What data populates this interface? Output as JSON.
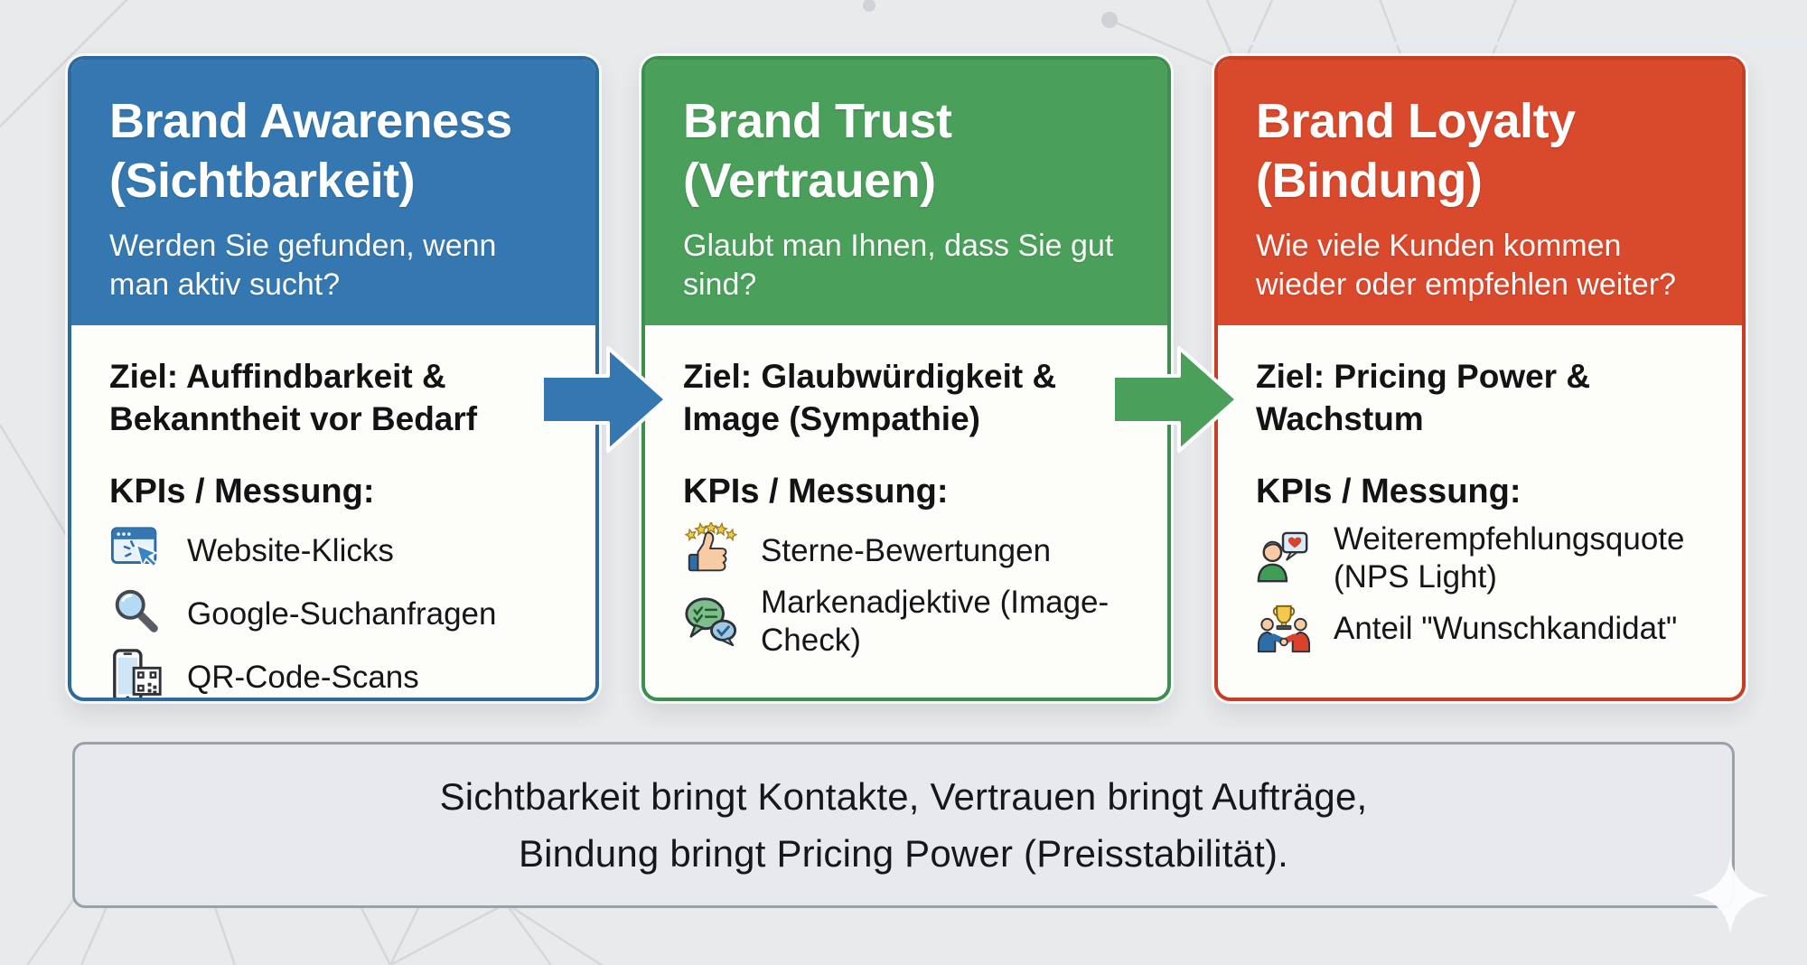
{
  "page": {
    "background_color": "#e9eaec",
    "card_body_color": "#fdfdfa",
    "summary_box_color": "#e7e9ec",
    "summary_border_color": "#99a1a9"
  },
  "cards": [
    {
      "name": "brand-awareness",
      "title_line1": "Brand Awareness",
      "title_line2": "(Sichtbarkeit)",
      "question": "Werden Sie gefunden, wenn man aktiv sucht?",
      "goal": "Ziel: Auffindbarkeit & Bekanntheit vor Bedarf",
      "kpi_heading": "KPIs / Messung:",
      "kpis": [
        {
          "icon": "browser-click-icon",
          "label": "Website-Klicks"
        },
        {
          "icon": "search-icon",
          "label": "Google-Suchanfragen"
        },
        {
          "icon": "qr-scan-icon",
          "label": "QR-Code-Scans"
        }
      ],
      "colors": {
        "fill": "#3578b1",
        "border": "#2c6aa0"
      }
    },
    {
      "name": "brand-trust",
      "title_line1": "Brand Trust",
      "title_line2": "(Vertrauen)",
      "question": "Glaubt man Ihnen, dass Sie gut sind?",
      "goal": "Ziel: Glaubwürdigkeit & Image (Sympathie)",
      "kpi_heading": "KPIs / Messung:",
      "kpis": [
        {
          "icon": "stars-thumbsup-icon",
          "label": "Sterne-Bewertungen"
        },
        {
          "icon": "chat-bubbles-check-icon",
          "label": "Markenadjektive (Image-Check)"
        }
      ],
      "colors": {
        "fill": "#4aa05b",
        "border": "#3c8f4e"
      }
    },
    {
      "name": "brand-loyalty",
      "title_line1": "Brand Loyalty",
      "title_line2": "(Bindung)",
      "question": "Wie viele Kunden kommen wieder oder empfehlen weiter?",
      "goal": "Ziel: Pricing Power & Wachstum",
      "kpi_heading": "KPIs / Messung:",
      "kpis": [
        {
          "icon": "person-recommend-icon",
          "label": "Weiterempfehlungsquote (NPS Light)"
        },
        {
          "icon": "handshake-trophy-icon",
          "label": "Anteil \"Wunschkandidat\""
        }
      ],
      "colors": {
        "fill": "#d9492c",
        "border": "#c43f24"
      }
    }
  ],
  "arrows": [
    {
      "name": "arrow-awareness-to-trust",
      "color": "#3578b1"
    },
    {
      "name": "arrow-trust-to-loyalty",
      "color": "#4aa05b"
    }
  ],
  "summary": {
    "line1": "Sichtbarkeit bringt Kontakte, Vertrauen bringt Aufträge,",
    "line2": "Bindung bringt Pricing Power (Preisstabilität)."
  }
}
